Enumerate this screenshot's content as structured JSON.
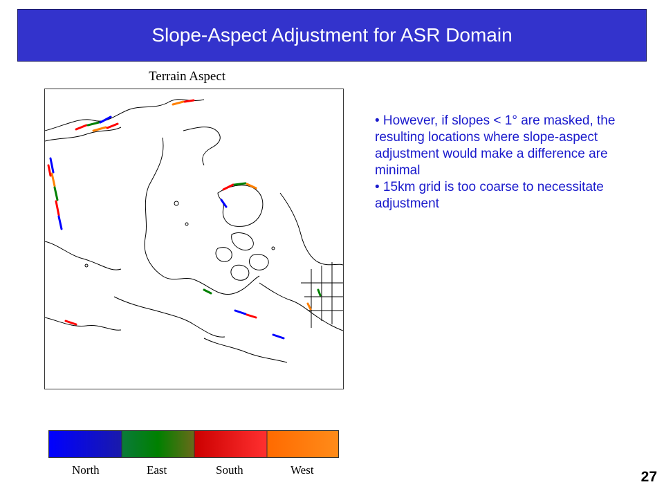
{
  "slide": {
    "title": "Slope-Aspect Adjustment for ASR Domain",
    "page_number": "27"
  },
  "figure": {
    "title": "Terrain Aspect",
    "colorbar_labels": [
      "North",
      "East",
      "South",
      "West"
    ],
    "colors": {
      "north": "#0000ff",
      "east": "#008000",
      "south": "#ff0000",
      "west": "#ff8000"
    }
  },
  "bullets": [
    "• However, if slopes < 1° are masked, the resulting locations where slope-aspect adjustment would make a difference are minimal",
    "• 15km grid is too coarse to necessitate adjustment"
  ]
}
